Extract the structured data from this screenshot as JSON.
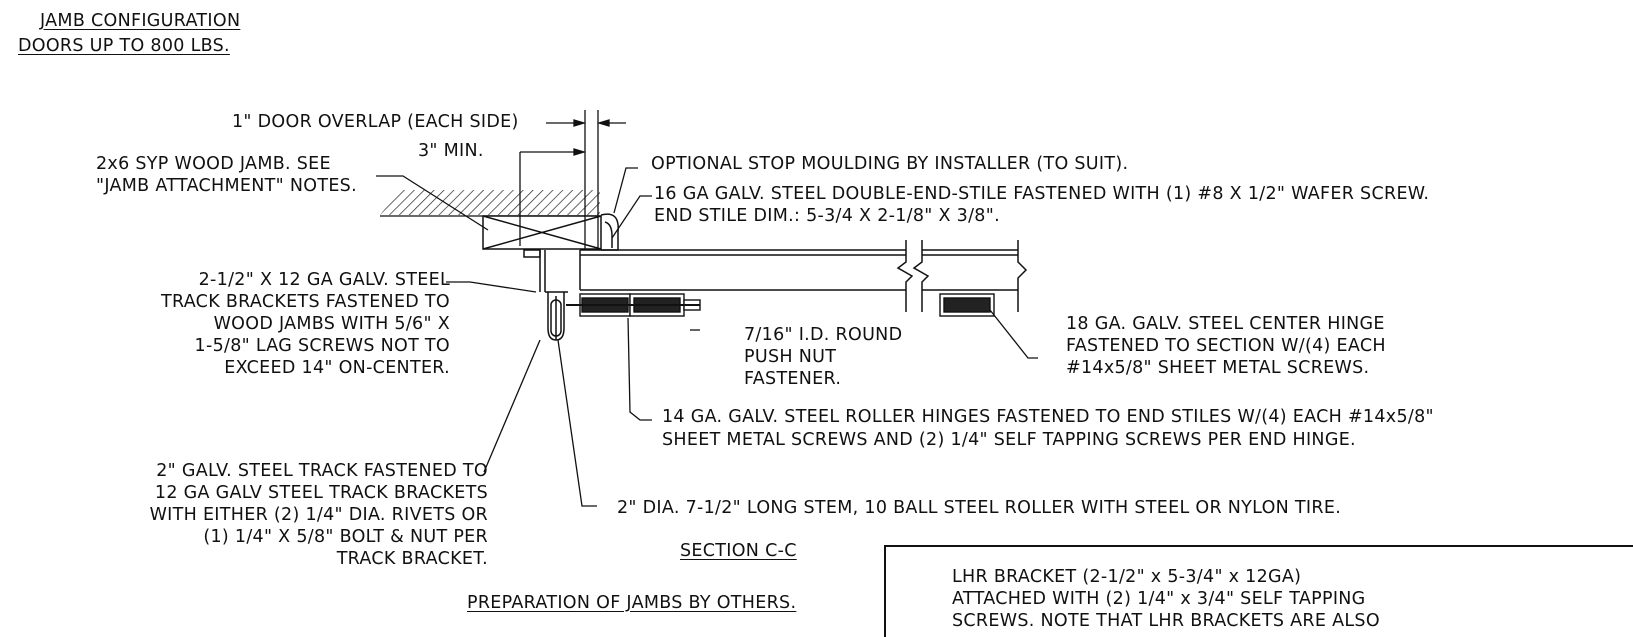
{
  "title": {
    "line1": "JAMB  CONFIGURATION",
    "line2": "DOORS  UP  TO  800  LBS."
  },
  "labels": {
    "door_overlap": "1\" DOOR OVERLAP (EACH SIDE)",
    "min_3": "3\" MIN.",
    "wood_jamb_1": "2x6 SYP WOOD JAMB. SEE",
    "wood_jamb_2": "\"JAMB ATTACHMENT\" NOTES.",
    "stop_moulding": "OPTIONAL STOP MOULDING BY INSTALLER (TO SUIT).",
    "end_stile_1": "16 GA GALV. STEEL DOUBLE-END-STILE FASTENED WITH (1) #8 X 1/2\" WAFER SCREW.",
    "end_stile_2": "END STILE DIM.: 5-3/4 X 2-1/8\" X 3/8\".",
    "track_bracket_1": "2-1/2\" X 12 GA GALV. STEEL",
    "track_bracket_2": "TRACK BRACKETS FASTENED TO",
    "track_bracket_3": "WOOD JAMBS WITH 5/6\" X",
    "track_bracket_4": "1-5/8\" LAG SCREWS NOT TO",
    "track_bracket_5": "EXCEED 14\" ON-CENTER.",
    "push_nut_1": "7/16\" I.D. ROUND",
    "push_nut_2": "PUSH NUT",
    "push_nut_3": "FASTENER.",
    "center_hinge_1": "18 GA. GALV. STEEL CENTER HINGE",
    "center_hinge_2": "FASTENED TO SECTION W/(4) EACH",
    "center_hinge_3": "#14x5/8\" SHEET METAL SCREWS.",
    "roller_hinge_1": "14 GA. GALV. STEEL ROLLER HINGES FASTENED TO END STILES W/(4) EACH #14x5/8\"",
    "roller_hinge_2": "SHEET METAL SCREWS AND (2) 1/4\" SELF TAPPING SCREWS PER END HINGE.",
    "track_1": "2\" GALV. STEEL TRACK FASTENED TO",
    "track_2": "12 GA GALV STEEL TRACK BRACKETS",
    "track_3": "WITH EITHER (2) 1/4\" DIA. RIVETS OR",
    "track_4": "(1) 1/4\" X 5/8\" BOLT & NUT PER",
    "track_5": "TRACK BRACKET.",
    "roller": "2\" DIA. 7-1/2\" LONG STEM, 10 BALL STEEL ROLLER WITH STEEL OR NYLON TIRE.",
    "section": "SECTION  C-C",
    "preparation": "PREPARATION  OF  JAMBS  BY  OTHERS."
  },
  "lhr_note": {
    "line1": "LHR BRACKET (2-1/2\" x 5-3/4\" x 12GA)",
    "line2": "ATTACHED WITH (2) 1/4\" x 3/4\" SELF TAPPING",
    "line3": "SCREWS. NOTE THAT LHR BRACKETS ARE ALSO"
  }
}
